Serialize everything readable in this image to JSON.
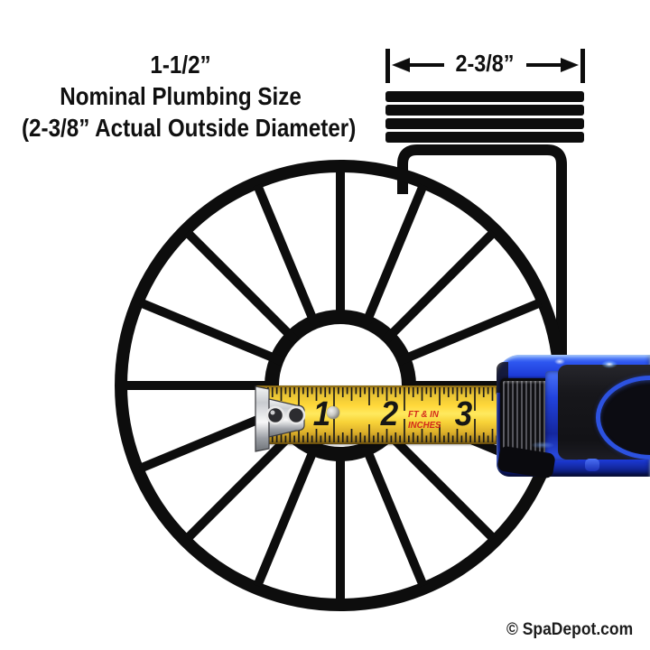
{
  "header": {
    "line1": "1-1/2”",
    "line2": "Nominal Plumbing Size",
    "line3": "(2-3/8” Actual Outside Diameter)"
  },
  "dimension": {
    "label": "2-3/8”"
  },
  "tape": {
    "inch_labels": [
      "1",
      "2",
      "3"
    ],
    "unit_line1": "FT & IN",
    "unit_line2": "INCHES",
    "blade_color": "#ffd83a",
    "unit_text_color": "#d42a1a",
    "case_color": "#1c39d6",
    "hook_color": "#cfd2d6"
  },
  "diagram": {
    "ink_color": "#0d0d0d"
  },
  "footer": {
    "credit": "© SpaDepot.com"
  }
}
